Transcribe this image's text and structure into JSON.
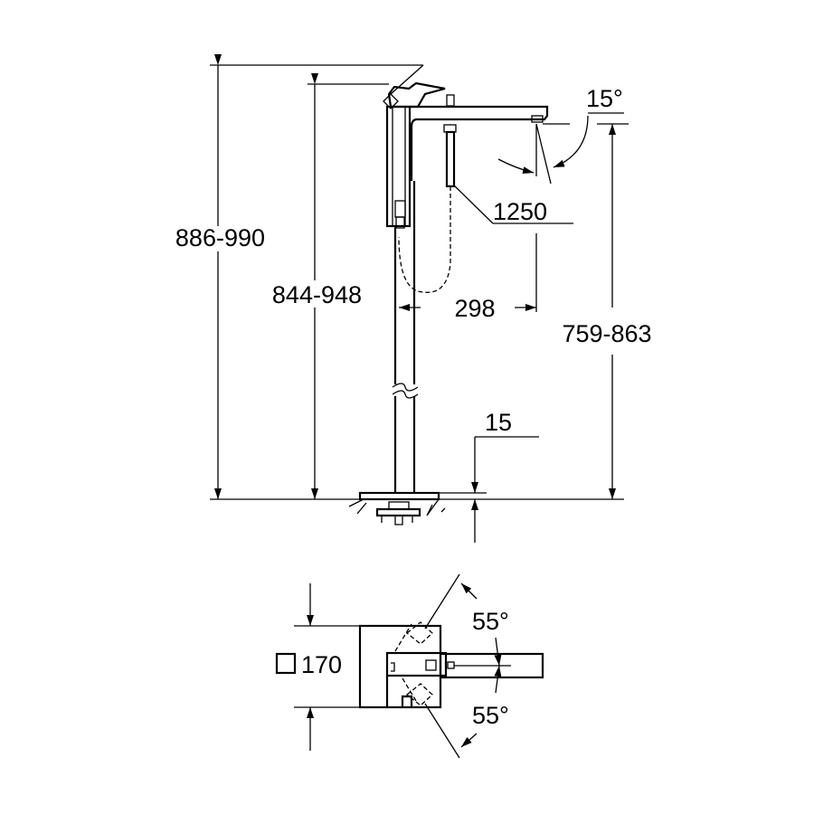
{
  "side_view": {
    "dim_total_height": "886-990",
    "dim_handle_height": "844-948",
    "dim_spout_height": "759-863",
    "dim_spout_projection": "298",
    "dim_hose_length": "1250",
    "dim_spout_angle": "15°",
    "dim_base_thickness": "15"
  },
  "top_view": {
    "dim_base_square": "170",
    "dim_swivel_angle_top": "55°",
    "dim_swivel_angle_bottom": "55°"
  }
}
